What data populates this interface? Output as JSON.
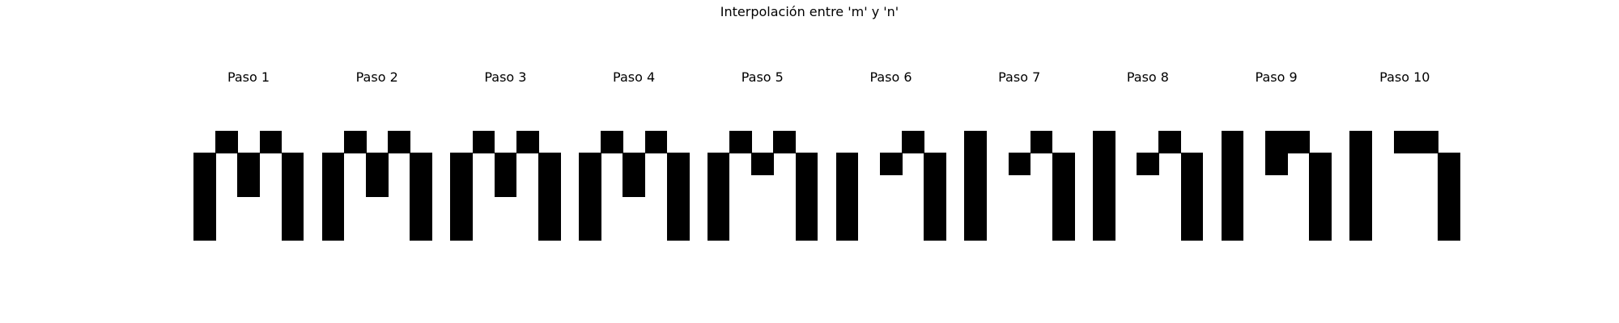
{
  "title": "Interpolación entre 'm' y 'n'",
  "grid_size": 5,
  "fill_color": "#000000",
  "background_color": "#ffffff",
  "steps": [
    {
      "label": "Paso 1",
      "pattern": [
        "01010",
        "10101",
        "10101",
        "10001",
        "10001"
      ]
    },
    {
      "label": "Paso 2",
      "pattern": [
        "01010",
        "10101",
        "10101",
        "10001",
        "10001"
      ]
    },
    {
      "label": "Paso 3",
      "pattern": [
        "01010",
        "10101",
        "10101",
        "10001",
        "10001"
      ]
    },
    {
      "label": "Paso 4",
      "pattern": [
        "01010",
        "10101",
        "10101",
        "10001",
        "10001"
      ]
    },
    {
      "label": "Paso 5",
      "pattern": [
        "01010",
        "10101",
        "10001",
        "10001",
        "10001"
      ]
    },
    {
      "label": "Paso 6",
      "pattern": [
        "00010",
        "10101",
        "10001",
        "10001",
        "10001"
      ]
    },
    {
      "label": "Paso 7",
      "pattern": [
        "10010",
        "10101",
        "10001",
        "10001",
        "10001"
      ]
    },
    {
      "label": "Paso 8",
      "pattern": [
        "10010",
        "10101",
        "10001",
        "10001",
        "10001"
      ]
    },
    {
      "label": "Paso 9",
      "pattern": [
        "10110",
        "10101",
        "10001",
        "10001",
        "10001"
      ]
    },
    {
      "label": "Paso 10",
      "pattern": [
        "10110",
        "10001",
        "10001",
        "10001",
        "10001"
      ]
    }
  ]
}
